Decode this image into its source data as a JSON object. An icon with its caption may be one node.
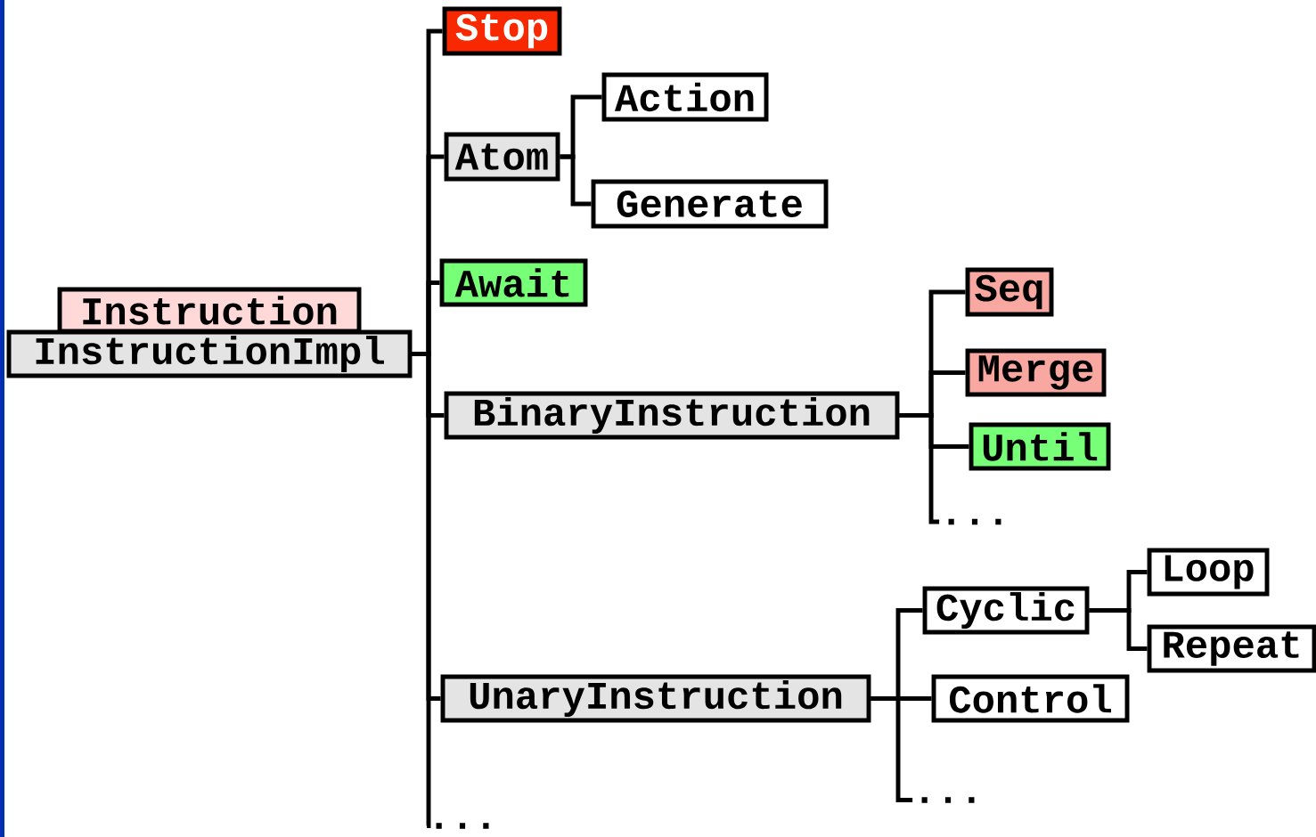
{
  "diagram": {
    "nodes": [
      {
        "text": [
          "Instruction"
        ]
      },
      {
        "text": [
          "InstructionImpl"
        ]
      },
      {
        "text": [
          "Stop"
        ]
      },
      {
        "text": [
          "Atom"
        ]
      },
      {
        "text": [
          "Action"
        ]
      },
      {
        "text": [
          "Generate"
        ]
      },
      {
        "text": [
          "Await"
        ]
      },
      {
        "text": [
          "BinaryInstruction"
        ]
      },
      {
        "text": [
          "Seq"
        ]
      },
      {
        "text": [
          "Merge"
        ]
      },
      {
        "text": [
          "Until"
        ]
      },
      {
        "text": [
          "..."
        ]
      },
      {
        "text": [
          "UnaryInstruction"
        ]
      },
      {
        "text": [
          "Cyclic"
        ]
      },
      {
        "text": [
          "Loop"
        ]
      },
      {
        "text": [
          "Repeat"
        ]
      },
      {
        "text": [
          "Control"
        ]
      },
      {
        "text": [
          "..."
        ]
      },
      {
        "text": [
          "..."
        ]
      }
    ],
    "edges": [
      {
        "from": 1,
        "to": 2,
        "arrow": "none"
      },
      {
        "from": 1,
        "to": 3,
        "arrow": "none"
      },
      {
        "from": 3,
        "to": 4,
        "arrow": "none"
      },
      {
        "from": 3,
        "to": 5,
        "arrow": "none"
      },
      {
        "from": 1,
        "to": 6,
        "arrow": "none"
      },
      {
        "from": 1,
        "to": 7,
        "arrow": "none"
      },
      {
        "from": 7,
        "to": 8,
        "arrow": "none"
      },
      {
        "from": 7,
        "to": 9,
        "arrow": "none"
      },
      {
        "from": 7,
        "to": 10,
        "arrow": "none"
      },
      {
        "from": 7,
        "to": 11,
        "arrow": "none"
      },
      {
        "from": 1,
        "to": 12,
        "arrow": "none"
      },
      {
        "from": 12,
        "to": 13,
        "arrow": "none"
      },
      {
        "from": 13,
        "to": 14,
        "arrow": "none"
      },
      {
        "from": 13,
        "to": 15,
        "arrow": "none"
      },
      {
        "from": 12,
        "to": 16,
        "arrow": "none"
      },
      {
        "from": 12,
        "to": 17,
        "arrow": "none"
      },
      {
        "from": 1,
        "to": 18,
        "arrow": "none"
      }
    ]
  }
}
